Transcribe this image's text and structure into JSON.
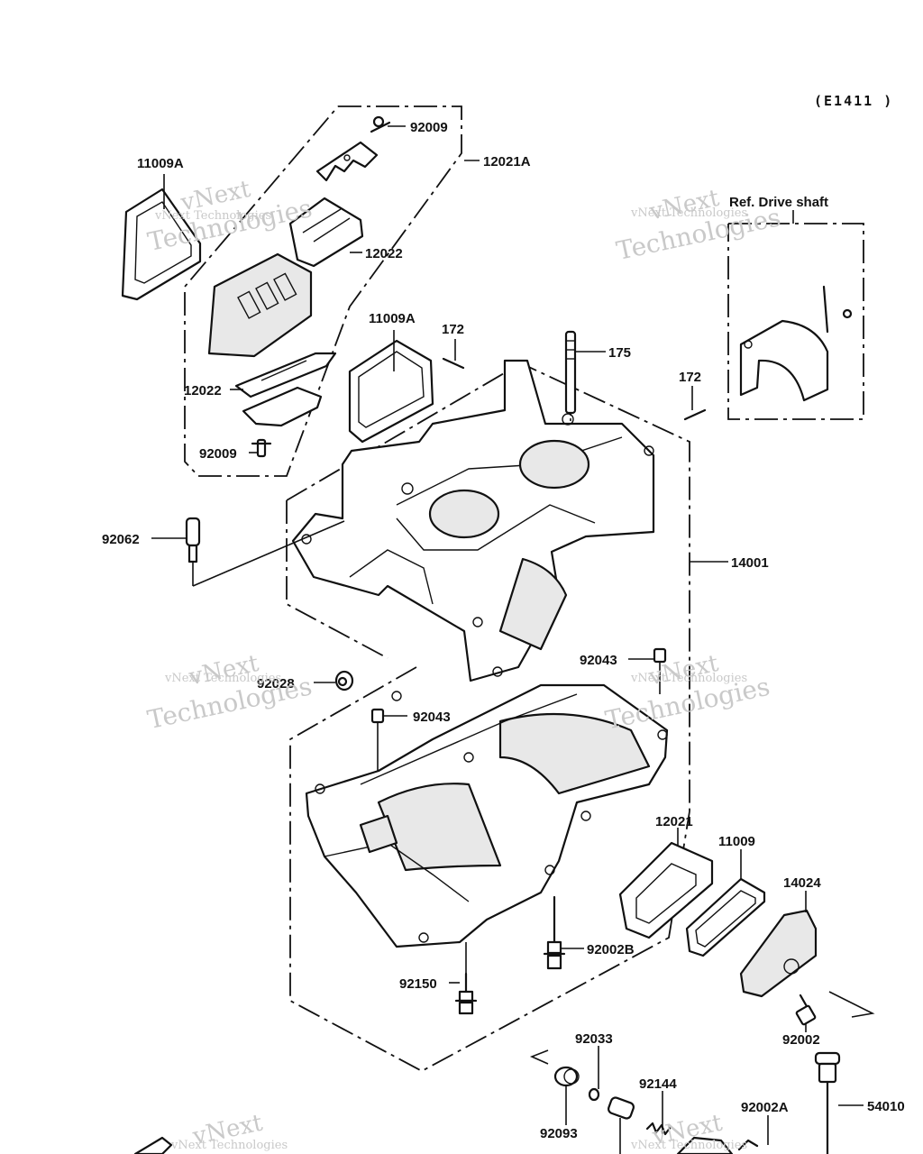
{
  "diagram_code": "(E1411 )",
  "reference_note": "Ref. Drive shaft",
  "watermark": {
    "line1": "vNext",
    "line2": "Technologies",
    "line3": "vNext Technologies"
  },
  "labels": {
    "p92009_top": "92009",
    "p12021A": "12021A",
    "p11009A_left": "11009A",
    "p12022_top": "12022",
    "p12022_bottom": "12022",
    "p92009_bottom": "92009",
    "p11009A_mid": "11009A",
    "p172_left": "172",
    "p175": "175",
    "p172_right": "172",
    "p92062": "92062",
    "p14001": "14001",
    "p92043_right": "92043",
    "p92028": "92028",
    "p92043_left": "92043",
    "p12021": "12021",
    "p11009": "11009",
    "p14024": "14024",
    "p92002B": "92002B",
    "p92150": "92150",
    "p92002": "92002",
    "p92033": "92033",
    "p92144": "92144",
    "p92002A": "92002A",
    "p54010": "54010",
    "p92093": "92093"
  }
}
